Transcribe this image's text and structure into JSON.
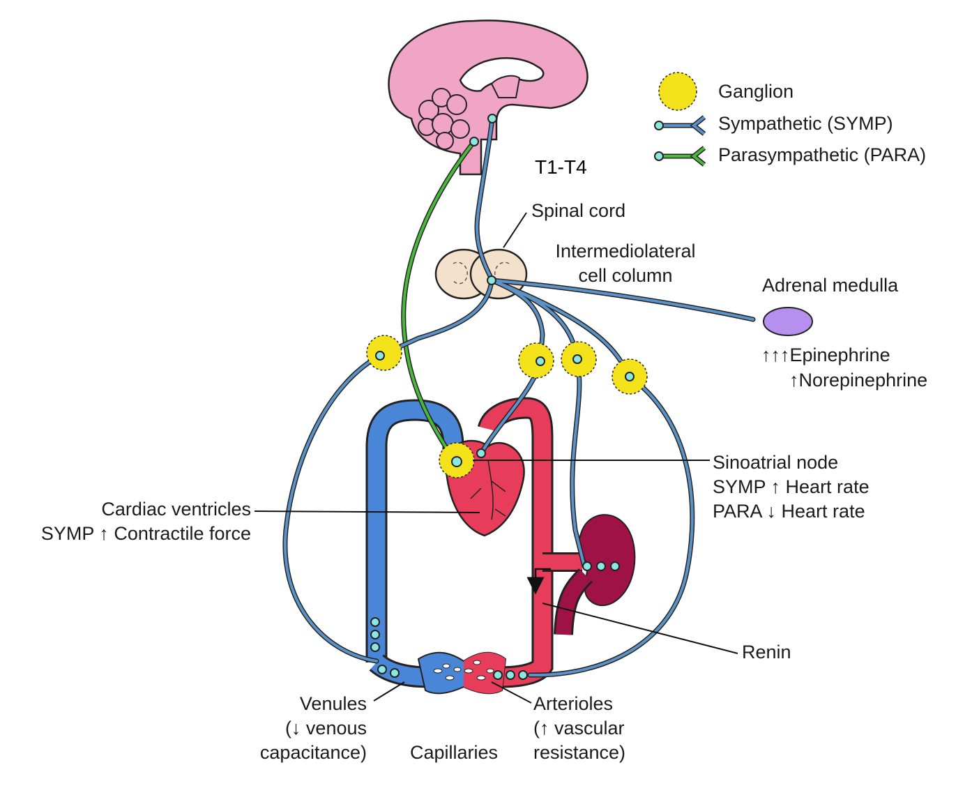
{
  "legend": {
    "ganglion": "Ganglion",
    "sympathetic": "Sympathetic (SYMP)",
    "parasympathetic": "Parasympathetic (PARA)"
  },
  "labels": {
    "t_level": "T1-T4",
    "spinal_cord": "Spinal cord",
    "iml_1": "Intermediolateral",
    "iml_2": "cell column",
    "adrenal": "Adrenal medulla",
    "epinephrine": "↑↑↑Epinephrine",
    "norepinephrine": "↑Norepinephrine",
    "sa_1": "Sinoatrial node",
    "sa_2": "SYMP ↑ Heart rate",
    "sa_3": "PARA ↓ Heart rate",
    "cv_1": "Cardiac ventricles",
    "cv_2": "SYMP ↑ Contractile force",
    "renin": "Renin",
    "venules_1": "Venules",
    "venules_2": "(↓ venous",
    "venules_3": "capacitance)",
    "capillaries": "Capillaries",
    "arterioles_1": "Arterioles",
    "arterioles_2": "(↑ vascular",
    "arterioles_3": "resistance)"
  },
  "colors": {
    "sympathetic": "#5b93c7",
    "parasympathetic": "#4ab83a",
    "ganglion": "#f4e21a",
    "vein": "#4a86d8",
    "artery": "#e83c5b",
    "brain": "#f1a5c6",
    "kidney": "#9e1245",
    "adrenal": "#b690ee",
    "spinal": "#f4e1cb",
    "synapse": "#8ce7e0"
  }
}
